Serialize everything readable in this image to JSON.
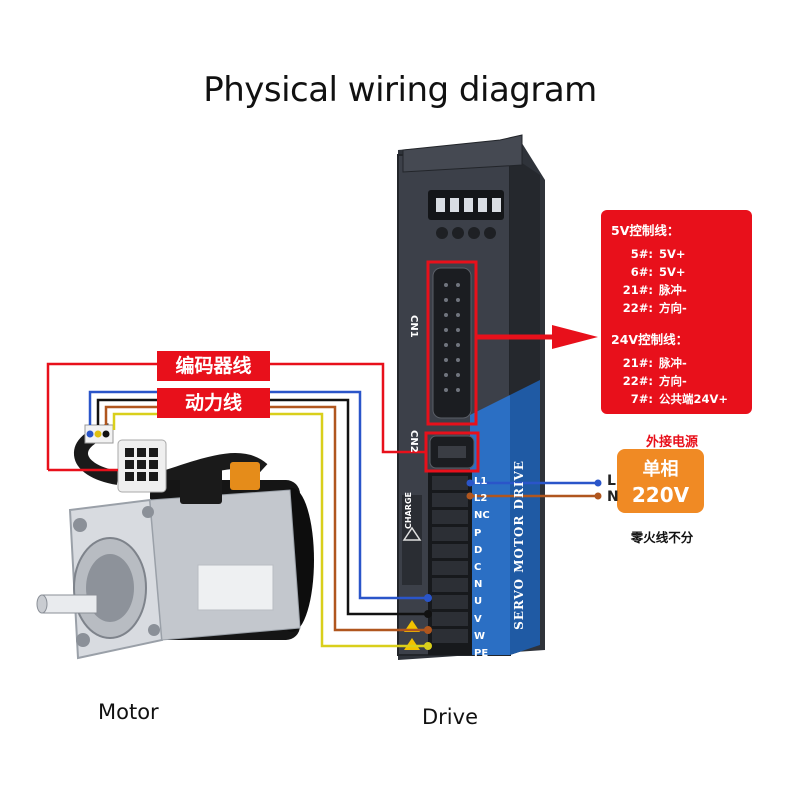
{
  "title": "Physical wiring diagram",
  "labels": {
    "encoder_line": "编码器线",
    "power_line": "动力线",
    "motor": "Motor",
    "drive": "Drive"
  },
  "control_spec": {
    "line5v_title": "5V控制线：",
    "line5v_rows": [
      {
        "pin": "5#:",
        "desc": "5V+"
      },
      {
        "pin": "6#:",
        "desc": "5V+"
      },
      {
        "pin": "21#:",
        "desc": "脉冲-"
      },
      {
        "pin": "22#:",
        "desc": "方向-"
      }
    ],
    "line24v_title": "24V控制线：",
    "line24v_rows": [
      {
        "pin": "21#:",
        "desc": "脉冲-"
      },
      {
        "pin": "22#:",
        "desc": "方向-"
      },
      {
        "pin": "7#:",
        "desc": "公共端24V+"
      }
    ]
  },
  "power": {
    "caption": "外接电源",
    "phase": "单相",
    "voltage": "220V",
    "note": "零火线不分",
    "l_label": "L",
    "n_label": "N"
  },
  "drive": {
    "cn1_label": "CN1",
    "cn2_label": "CN2",
    "charge_label": "CHARGE",
    "brand_text": "SERVO MOTOR DRIVE",
    "terminals": [
      "L1",
      "L2",
      "NC",
      "P",
      "D",
      "C",
      "N",
      "U",
      "V",
      "W",
      "PE"
    ]
  },
  "colors": {
    "accent_red": "#e8101b",
    "power_orange": "#f08a24",
    "wire_blue": "#2a55c9",
    "wire_brown": "#b0561e",
    "wire_yellow": "#d9cf1b",
    "wire_black": "#111111",
    "drive_body": "#3b3f47",
    "drive_blue": "#2b6fc4"
  }
}
